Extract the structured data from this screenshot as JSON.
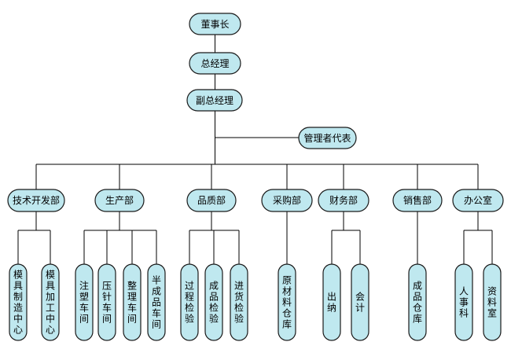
{
  "org": {
    "chairman": "董事长",
    "gm": "总经理",
    "vgm": "副总经理",
    "rep": "管理者代表",
    "departments": [
      {
        "name": "技术开发部",
        "units": [
          "模具制造中心",
          "模具加工中心"
        ]
      },
      {
        "name": "生产部",
        "units": [
          "注塑车间",
          "压针车间",
          "整理车间",
          "半成品车间"
        ]
      },
      {
        "name": "品质部",
        "units": [
          "过程检验",
          "成品检验",
          "进货检验"
        ]
      },
      {
        "name": "采购部",
        "units": [
          "原材料仓库"
        ]
      },
      {
        "name": "财务部",
        "units": [
          "出纳",
          "会计"
        ]
      },
      {
        "name": "销售部",
        "units": [
          "成品仓库"
        ]
      },
      {
        "name": "办公室",
        "units": [
          "人事科",
          "资料室"
        ]
      }
    ]
  }
}
